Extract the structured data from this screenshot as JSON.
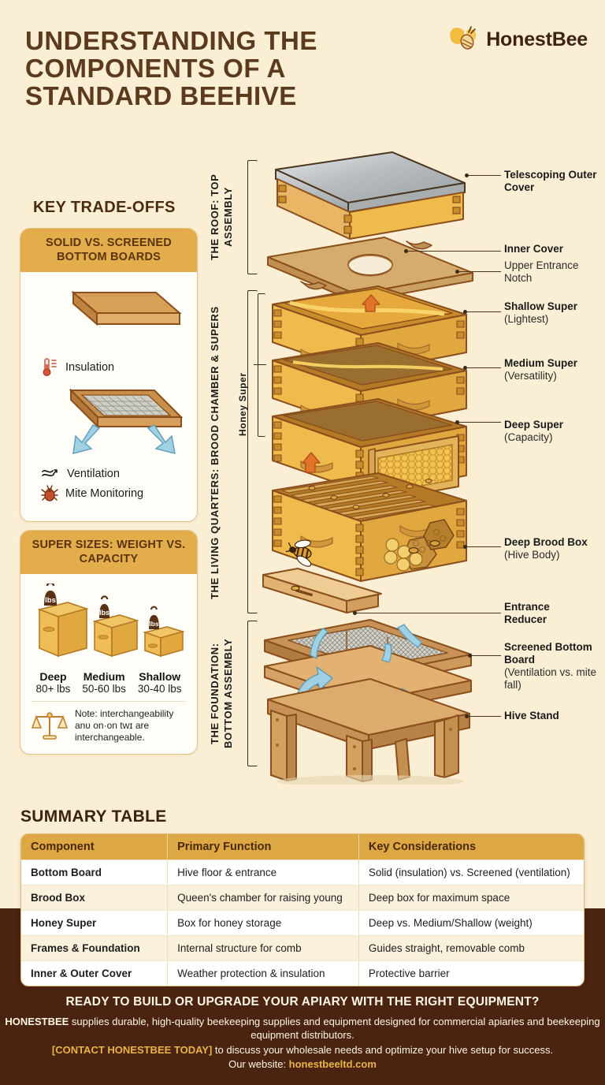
{
  "header": {
    "title": "UNDERSTANDING THE COMPONENTS OF A STANDARD BEEHIVE",
    "logo_text": "HonestBee",
    "logo_icon": "bee-icon"
  },
  "left_column": {
    "section_heading": "KEY TRADE-OFFS",
    "panel_bottom_boards": {
      "title": "SOLID VS. SCREENED BOTTOM BOARDS",
      "features": [
        {
          "icon": "thermometer-icon",
          "label": "Insulation"
        },
        {
          "icon": "wind-icon",
          "label": "Ventilation"
        },
        {
          "icon": "mite-icon",
          "label": "Mite Monitoring"
        }
      ]
    },
    "panel_super_sizes": {
      "title": "SUPER SIZES: WEIGHT VS. CAPACITY",
      "weight_badge_label": "lbs",
      "sizes": [
        {
          "name": "Deep",
          "weight": "80+ lbs"
        },
        {
          "name": "Medium",
          "weight": "50-60 lbs"
        },
        {
          "name": "Shallow",
          "weight": "30-40 lbs"
        }
      ],
      "note_icon": "balance-scale-icon",
      "note_line1": "Note: interchangeability",
      "note_line2": "anʋ on·on twɪ are",
      "note_line3": "interchangeable."
    }
  },
  "diagram": {
    "section_labels": [
      {
        "id": "roof",
        "text": "THE ROOF: TOP ASSEMBLY"
      },
      {
        "id": "living",
        "text": "THE LIVING QUARTERS: BROOD CHAMBER & SUPERS"
      },
      {
        "id": "foundation",
        "text": "THE FOUNDATION: BOTTOM ASSEMBLY"
      }
    ],
    "sub_bracket_label": "Honey Super",
    "callouts": [
      {
        "id": "telescoping-outer-cover",
        "title": "Telescoping Outer Cover",
        "sub": ""
      },
      {
        "id": "inner-cover",
        "title": "Inner Cover",
        "sub": ""
      },
      {
        "id": "upper-entrance-notch",
        "title": "",
        "sub": "Upper Entrance Notch"
      },
      {
        "id": "shallow-super",
        "title": "Shallow Super",
        "sub": "(Lightest)"
      },
      {
        "id": "medium-super",
        "title": "Medium Super",
        "sub": "(Versatility)"
      },
      {
        "id": "deep-super",
        "title": "Deep Super",
        "sub": "(Capacity)"
      },
      {
        "id": "deep-brood-box",
        "title": "Deep Brood Box",
        "sub": "(Hive Body)"
      },
      {
        "id": "entrance-reducer",
        "title": "Entrance Reducer",
        "sub": ""
      },
      {
        "id": "screened-bottom-board",
        "title": "Screened Bottom Board",
        "sub": "(Ventilation vs. mite fall)"
      },
      {
        "id": "hive-stand",
        "title": "Hive Stand",
        "sub": ""
      }
    ]
  },
  "summary": {
    "heading": "SUMMARY TABLE",
    "columns": [
      "Component",
      "Primary Function",
      "Key Considerations"
    ],
    "rows": [
      [
        "Bottom Board",
        "Hive floor & entrance",
        "Solid (insulation) vs. Screened (ventilation)"
      ],
      [
        "Brood Box",
        "Queen's chamber for raising young",
        "Deep box for maximum space"
      ],
      [
        "Honey Super",
        "Box for honey storage",
        "Deep vs. Medium/Shallow (weight)"
      ],
      [
        "Frames & Foundation",
        "Internal structure for comb",
        "Guides straight, removable comb"
      ],
      [
        "Inner & Outer Cover",
        "Weather protection & insulation",
        "Protective barrier"
      ]
    ]
  },
  "cta": {
    "headline": "READY TO BUILD OR UPGRADE YOUR APIARY WITH THE RIGHT EQUIPMENT?",
    "brand": "HONESTBEE",
    "body": " supplies durable, high-quality beekeeping supplies and equipment designed for commercial apiaries and beekeeping equipment distributors.",
    "link_label": "[CONTACT HONESTBEE TODAY]",
    "link_tail": " to discuss your wholesale needs and optimize your hive setup for success.",
    "website_label": "Our website: ",
    "website_url": "honestbeeltd.com"
  },
  "colors": {
    "background": "#FAEFD4",
    "title_brown": "#5B3A1E",
    "accent_gold": "#E2AD4A",
    "footer_brown": "#4A2410",
    "cta_accent": "#E8B44A",
    "wood_light": "#E8B665",
    "wood_gold": "#EFBB4C",
    "wood_dark": "#A9702C",
    "metal_silver": "#C3C6C8",
    "arrow_blue": "#8DC6DE",
    "arrow_orange": "#E2742A"
  }
}
